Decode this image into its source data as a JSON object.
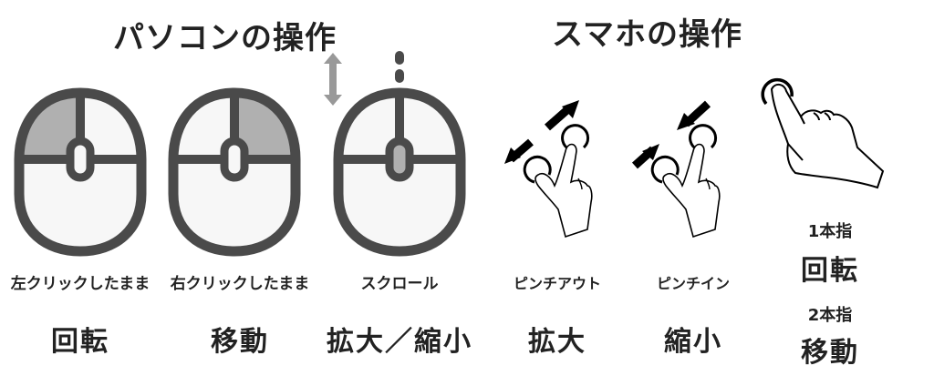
{
  "pc_section": {
    "title": "パソコンの操作",
    "items": [
      {
        "icon": "mouse-left-click-icon",
        "caption": "左クリックしたまま",
        "action": "回転"
      },
      {
        "icon": "mouse-right-click-icon",
        "caption": "右クリックしたまま",
        "action": "移動"
      },
      {
        "icon": "mouse-scroll-icon",
        "caption": "スクロール",
        "action": "拡大／縮小"
      }
    ]
  },
  "smartphone_section": {
    "title": "スマホの操作",
    "items": [
      {
        "icon": "pinch-out-gesture-icon",
        "caption": "ピンチアウト",
        "action": "拡大"
      },
      {
        "icon": "pinch-in-gesture-icon",
        "caption": "ピンチイン",
        "action": "縮小"
      },
      {
        "icon": "single-finger-tap-icon",
        "groups": [
          {
            "caption": "1本指",
            "action": "回転"
          },
          {
            "caption": "2本指",
            "action": "移動"
          }
        ]
      }
    ]
  },
  "colors": {
    "outline": "#4a4a4a",
    "body_fill": "#f7f7f7",
    "highlight": "#b0b0b0",
    "arrow_gray": "#999999",
    "text": "#222222"
  }
}
